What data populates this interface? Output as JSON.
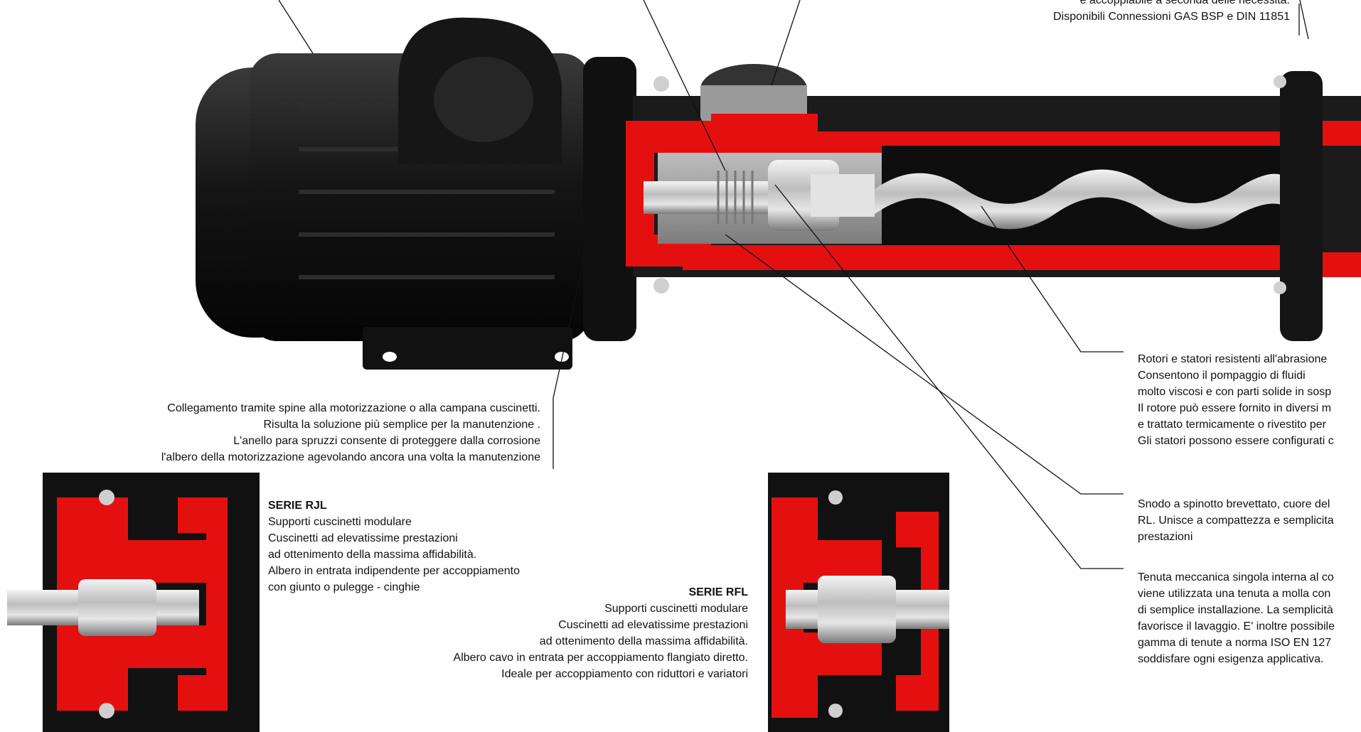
{
  "top_note": {
    "lines": [
      "e accoppiabile  a seconda delle necessità.",
      "Disponibili Connessioni GAS BSP e DIN 11851"
    ]
  },
  "coupling_note": {
    "lines": [
      "Collegamento tramite spine alla motorizzazione o alla campana cuscinetti.",
      "Risulta la soluzione più semplice per la manutenzione .",
      "L'anello para spruzzi consente di proteggere dalla corrosione",
      "l'albero della motorizzazione agevolando ancora una volta la manutenzione"
    ]
  },
  "rotor_note": {
    "lines": [
      "Rotori e statori resistenti all'abrasione",
      "Consentono il pompaggio di fluidi",
      "molto viscosi e con parti solide in sosp",
      "Il rotore può essere fornito in diversi m",
      "e trattato termicamente o rivestito per",
      "Gli statori possono essere configurati c"
    ]
  },
  "joint_note": {
    "lines": [
      "Snodo a spinotto brevettato, cuore del",
      "RL. Unisce a compattezza e semplicita",
      "prestazioni"
    ]
  },
  "seal_note": {
    "lines": [
      "Tenuta meccanica singola interna al co",
      "viene utilizzata una tenuta a molla con",
      "di semplice installazione. La semplicità",
      "favorisce il lavaggio. E' inoltre possibile",
      "gamma di tenute a norma ISO EN 127",
      "soddisfare ogni esigenza applicativa."
    ]
  },
  "serie_rjl": {
    "title": "SERIE RJL",
    "lines": [
      "Supporti cuscinetti modulare",
      "Cuscinetti ad elevatissime prestazioni",
      "ad ottenimento della massima affidabilità.",
      "Albero in entrata indipendente per accoppiamento",
      "con giunto o pulegge - cinghie"
    ]
  },
  "serie_rfl": {
    "title": "SERIE RFL",
    "lines": [
      "Supporti cuscinetti modulare",
      "Cuscinetti ad elevatissime prestazioni",
      "ad ottenimento della massima affidabilità.",
      "Albero cavo in entrata per accoppiamento flangiato diretto.",
      "Ideale per accoppiamento con riduttori e variatori"
    ]
  },
  "colors": {
    "housing_red": "#e41010",
    "motor_black": "#1a1a1a",
    "steel": "#c9c9c9",
    "pump_gray": "#8e8e8e"
  }
}
